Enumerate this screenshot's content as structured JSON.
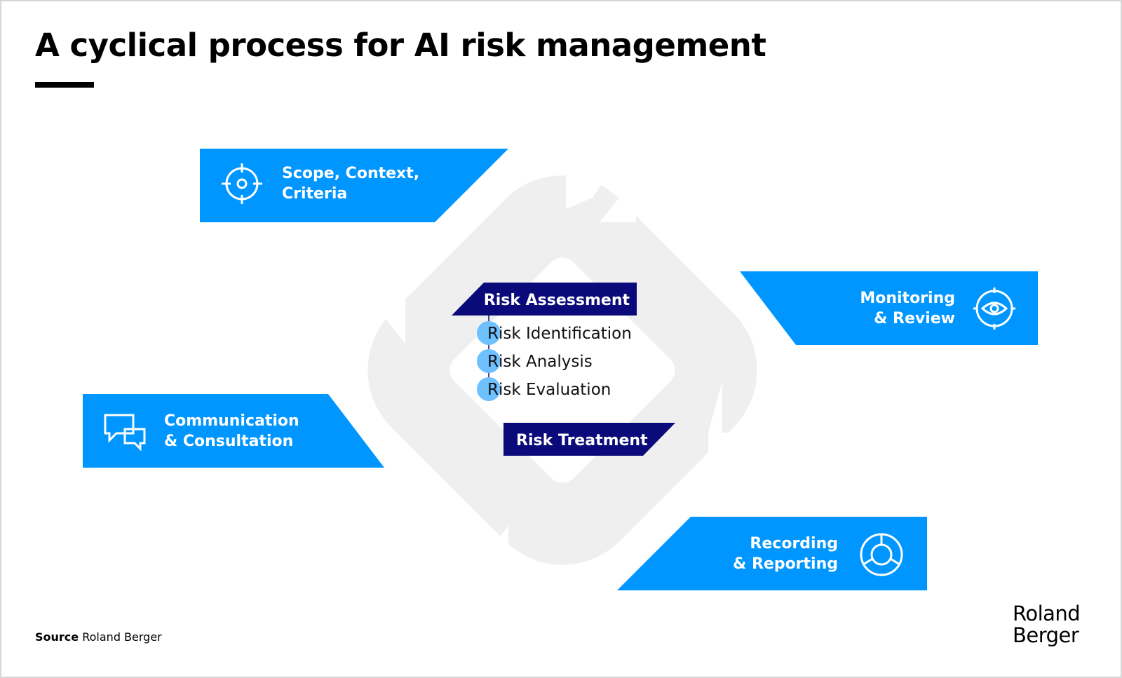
{
  "title": "A cyclical process for AI risk management",
  "colors": {
    "accent_blue": "#0096ff",
    "dark_navy": "#0a0a7a",
    "cycle_gray": "#efefef",
    "dot_blue": "#6fc0ff"
  },
  "stages": {
    "scope": {
      "line1": "Scope, Context,",
      "line2": "Criteria",
      "icon": "crosshair-icon"
    },
    "monitoring": {
      "line1": "Monitoring",
      "line2": "& Review",
      "icon": "eye-target-icon"
    },
    "communication": {
      "line1": "Communication",
      "line2": "& Consultation",
      "icon": "chat-bubbles-icon"
    },
    "recording": {
      "line1": "Recording",
      "line2": "& Reporting",
      "icon": "donut-chart-icon"
    }
  },
  "center": {
    "assessment": "Risk Assessment",
    "steps": [
      "Risk Identification",
      "Risk Analysis",
      "Risk Evaluation"
    ],
    "treatment": "Risk Treatment"
  },
  "source": {
    "label": "Source",
    "value": "Roland Berger"
  },
  "logo": {
    "line1": "Roland",
    "line2": "Berger"
  }
}
